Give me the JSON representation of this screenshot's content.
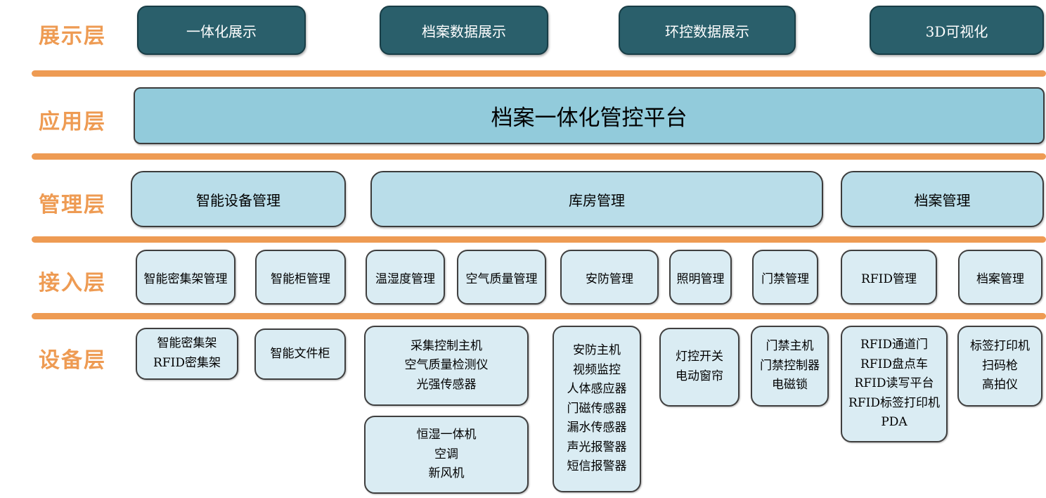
{
  "colors": {
    "accent_orange": "#ee9b53",
    "dark_teal": "#2a5f6b",
    "app_blue": "#92cbdb",
    "management_blue": "#b9dde9",
    "light_blue": "#daecf3"
  },
  "layers": {
    "display": {
      "label": "展示层",
      "boxes": [
        {
          "text": "一体化展示"
        },
        {
          "text": "档案数据展示"
        },
        {
          "text": "环控数据展示"
        },
        {
          "text": "3D可视化"
        }
      ]
    },
    "application": {
      "label": "应用层",
      "platform": "档案一体化管控平台"
    },
    "management": {
      "label": "管理层",
      "boxes": [
        {
          "text": "智能设备管理"
        },
        {
          "text": "库房管理"
        },
        {
          "text": "档案管理"
        }
      ]
    },
    "access": {
      "label": "接入层",
      "boxes": [
        {
          "text": "智能密集架管理"
        },
        {
          "text": "智能柜管理"
        },
        {
          "text": "温湿度管理"
        },
        {
          "text": "空气质量管理"
        },
        {
          "text": "安防管理"
        },
        {
          "text": "照明管理"
        },
        {
          "text": "门禁管理"
        },
        {
          "text": "RFID管理"
        },
        {
          "text": "档案管理"
        }
      ]
    },
    "device": {
      "label": "设备层",
      "boxes": [
        {
          "lines": [
            "智能密集架",
            "RFID密集架"
          ]
        },
        {
          "lines": [
            "智能文件柜"
          ]
        },
        {
          "lines": [
            "采集控制主机",
            "空气质量检测仪",
            "光强传感器"
          ]
        },
        {
          "lines": [
            "恒湿一体机",
            "空调",
            "新风机"
          ]
        },
        {
          "lines": [
            "安防主机",
            "视频监控",
            "人体感应器",
            "门磁传感器",
            "漏水传感器",
            "声光报警器",
            "短信报警器"
          ]
        },
        {
          "lines": [
            "灯控开关",
            "电动窗帘"
          ]
        },
        {
          "lines": [
            "门禁主机",
            "门禁控制器",
            "电磁锁"
          ]
        },
        {
          "lines": [
            "RFID通道门",
            "RFID盘点车",
            "RFID读写平台",
            "RFID标签打印机",
            "PDA"
          ]
        },
        {
          "lines": [
            "标签打印机",
            "扫码枪",
            "高拍仪"
          ]
        }
      ]
    }
  }
}
